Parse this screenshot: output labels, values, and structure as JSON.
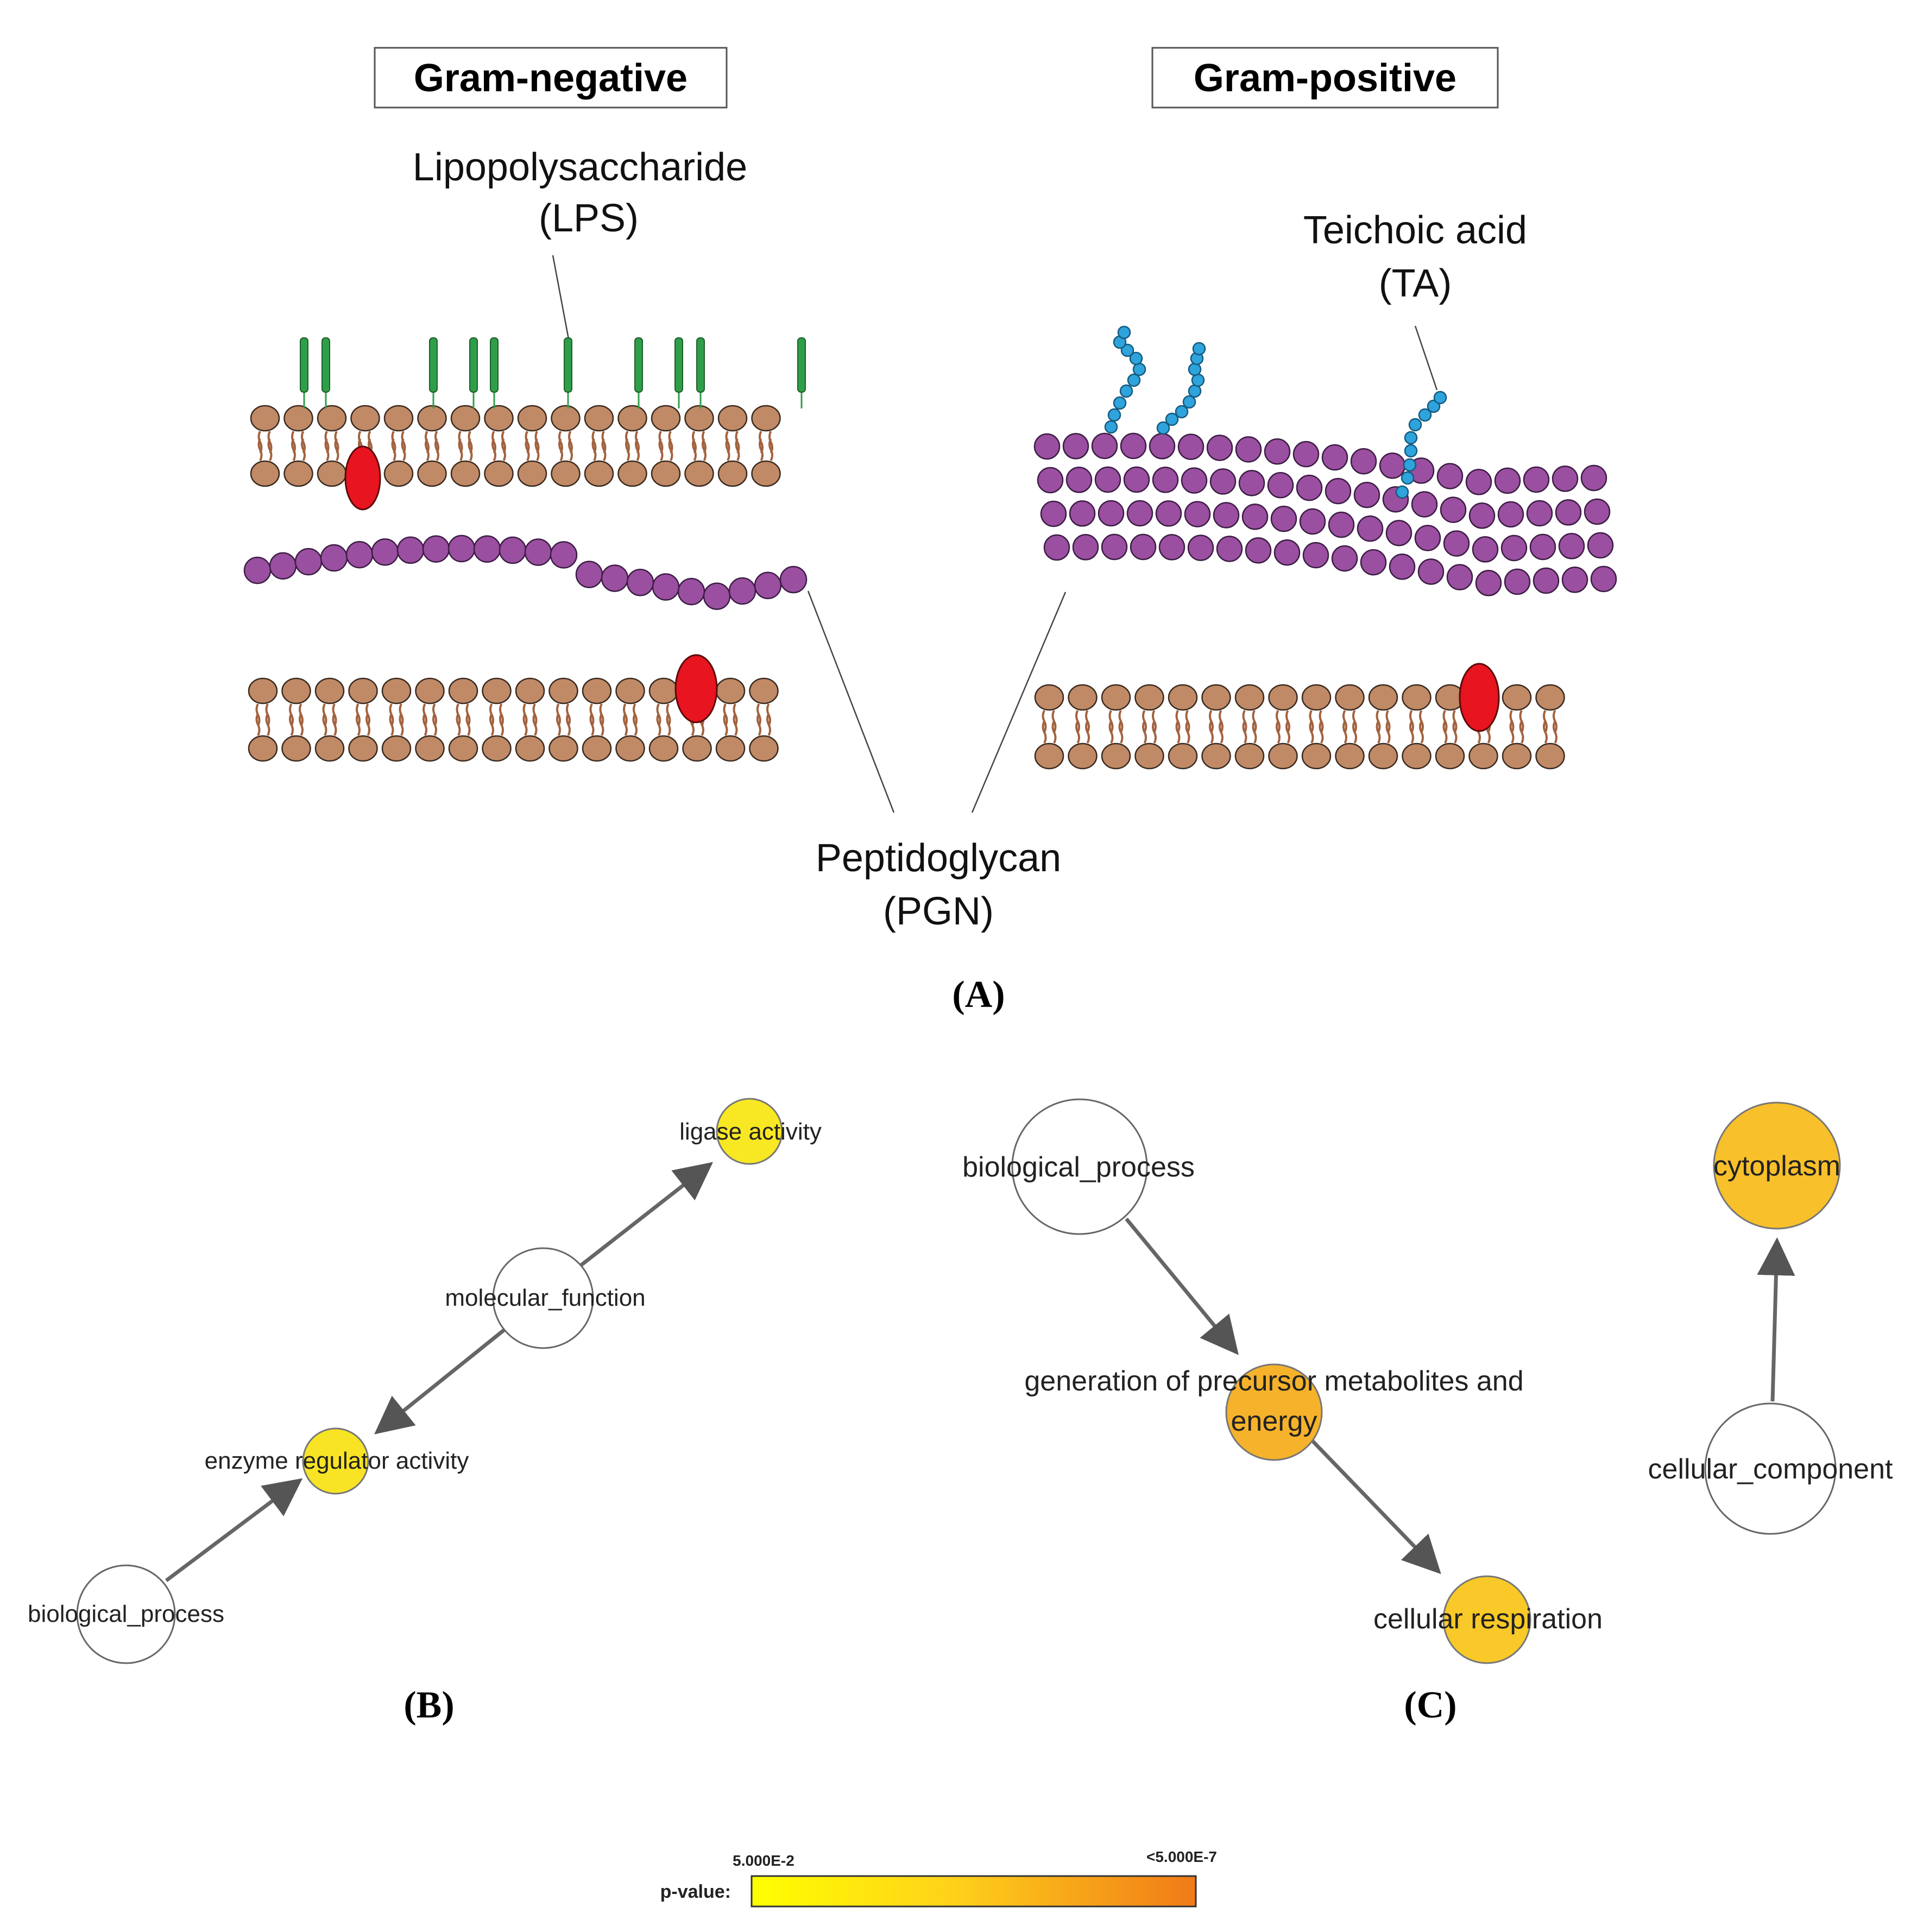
{
  "panel_a": {
    "gram_negative_title": "Gram-negative",
    "gram_positive_title": "Gram-positive",
    "lps_label_line1": "Lipopolysaccharide",
    "lps_label_line2": "(LPS)",
    "ta_label_line1": "Teichoic acid",
    "ta_label_line2": "(TA)",
    "pgn_label_line1": "Peptidoglycan",
    "pgn_label_line2": "(PGN)",
    "panel_label": "(A)",
    "colors": {
      "lipid_head": "#c08a66",
      "lipid_tail": "#a3623f",
      "protein": "#e8141f",
      "peptidoglycan": "#9b4fa0",
      "lps_rod": "#2f9e49",
      "teichoic_acid": "#2ea3dc"
    }
  },
  "panel_b": {
    "panel_label": "(B)",
    "nodes": {
      "ligase": "ligase activity",
      "molecular_function": "molecular_function",
      "enzyme_regulator": "enzyme regulator activity",
      "biological_process": "biological_process"
    }
  },
  "panel_c": {
    "panel_label": "(C)",
    "nodes": {
      "biological_process": "biological_process",
      "generation_line1": "generation of precursor metabolites and",
      "generation_line2": "energy",
      "cellular_respiration": "cellular respiration",
      "cytoplasm": "cytoplasm",
      "cellular_component": "cellular_component"
    }
  },
  "legend": {
    "label": "p-value:",
    "min_label": "5.000E-2",
    "max_label": "<5.000E-7",
    "color_low": "#ffff00",
    "color_high": "#f07a18"
  },
  "node_colors": {
    "unenriched": "#ffffff",
    "ligase": "#f8e823",
    "enzyme_regulator": "#f8e424",
    "generation": "#f6b22a",
    "cellular_respiration": "#f8c928",
    "cytoplasm": "#f8c02a"
  }
}
